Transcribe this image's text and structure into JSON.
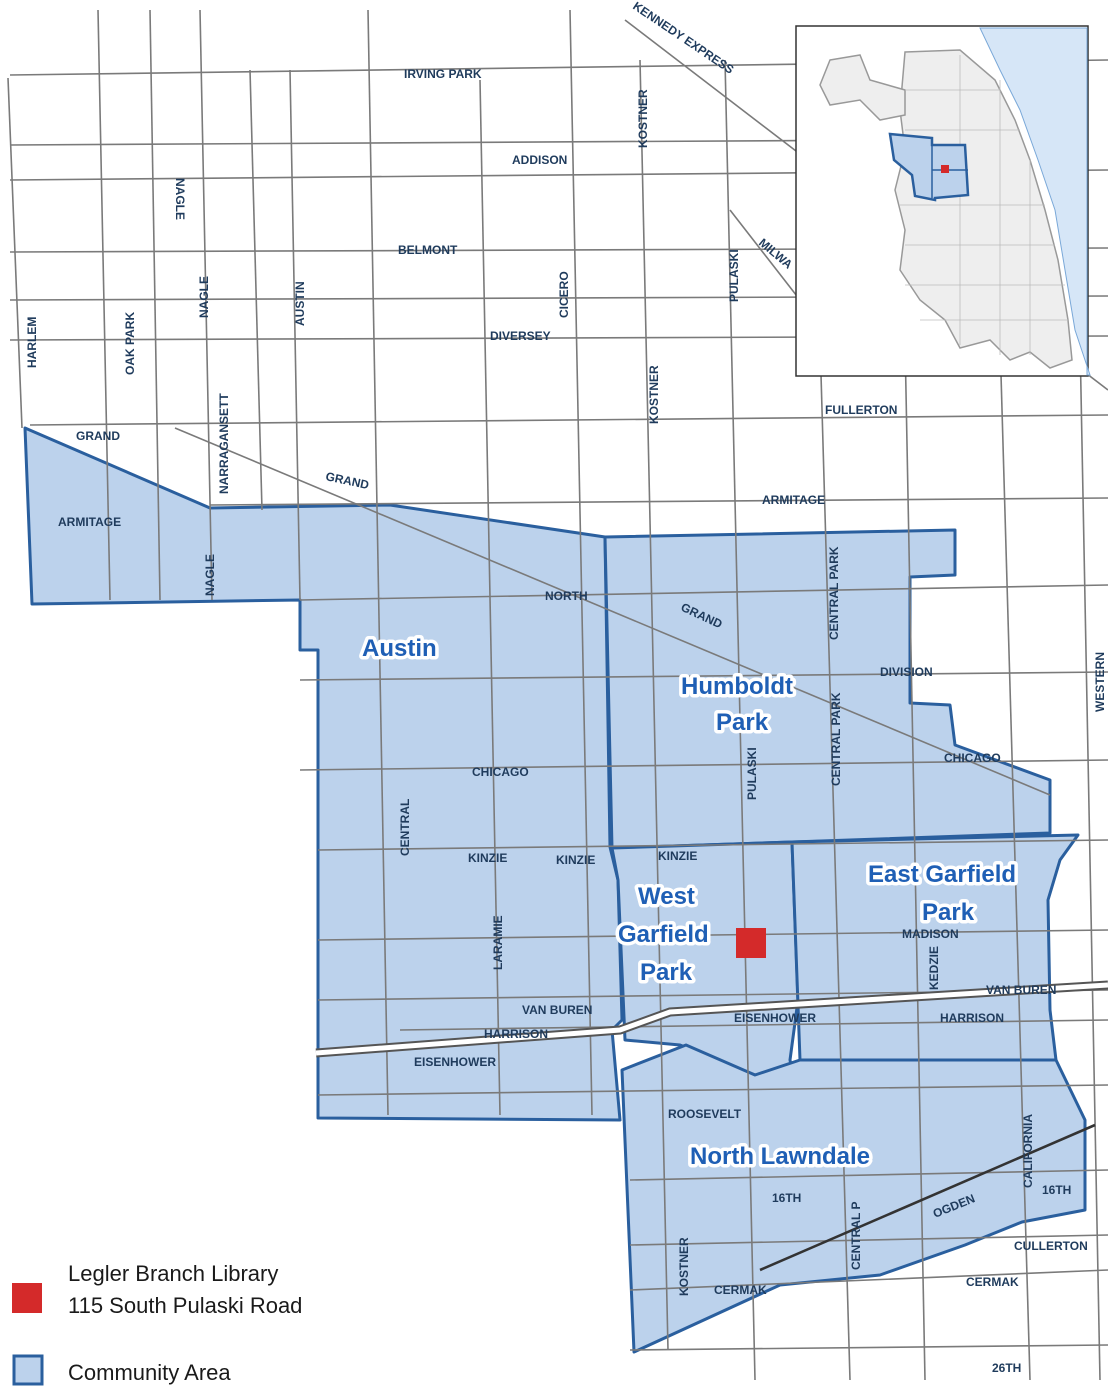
{
  "colors": {
    "area_fill": "#bcd2ec",
    "area_border": "#2a5f9e",
    "area_label": "#1f5fb5",
    "library_marker": "#d42a2a",
    "street_line": "#7a7a7a",
    "street_label": "#1f3b5c",
    "lake": "#d6e6f7"
  },
  "streets": {
    "irving_park": "IRVING PARK",
    "addison": "ADDISON",
    "belmont": "BELMONT",
    "diversey": "DIVERSEY",
    "fullerton": "FULLERTON",
    "grand_1": "GRAND",
    "grand_2": "GRAND",
    "grand_3": "GRAND",
    "armitage_1": "ARMITAGE",
    "armitage_2": "ARMITAGE",
    "north": "NORTH",
    "division": "DIVISION",
    "chicago_1": "CHICAGO",
    "chicago_2": "CHICAGO",
    "kinzie_1": "KINZIE",
    "kinzie_2": "KINZIE",
    "kinzie_3": "KINZIE",
    "madison": "MADISON",
    "van_buren_1": "VAN BUREN",
    "van_buren_2": "VAN BUREN",
    "harrison_1": "HARRISON",
    "harrison_2": "HARRISON",
    "eisenhower_1": "EISENHOWER",
    "eisenhower_2": "EISENHOWER",
    "roosevelt": "ROOSEVELT",
    "sixteenth_1": "16TH",
    "sixteenth_2": "16TH",
    "cullerton": "CULLERTON",
    "cermak_1": "CERMAK",
    "cermak_2": "CERMAK",
    "twenty_sixth": "26TH",
    "ogden": "OGDEN",
    "harlem": "HARLEM",
    "oak_park": "OAK PARK",
    "nagle_1": "NAGLE",
    "nagle_2": "NAGLE",
    "nagle_3": "NAGLE",
    "narragansett": "NARRAGANSETT",
    "austin_st": "AUSTIN",
    "cicero": "CICERO",
    "kostner_1": "KOSTNER",
    "kostner_2": "KOSTNER",
    "kostner_3": "KOSTNER",
    "pulaski_1": "PULASKI",
    "pulaski_2": "PULASKI",
    "central_1": "CENTRAL",
    "laramie": "LARAMIE",
    "central_park_1": "CENTRAL PARK",
    "central_park_2": "CENTRAL PARK",
    "central_park_3": "CENTRAL P",
    "kedzie": "KEDZIE",
    "california": "CALIFORNIA",
    "western": "WESTERN",
    "kennedy": "KENNEDY EXPRESS",
    "milwaukee": "MILWA"
  },
  "areas": {
    "austin": "Austin",
    "humboldt_1": "Humboldt",
    "humboldt_2": "Park",
    "west_garfield_1": "West",
    "west_garfield_2": "Garfield",
    "west_garfield_3": "Park",
    "east_garfield_1": "East Garfield",
    "east_garfield_2": "Park",
    "north_lawndale": "North Lawndale"
  },
  "legend": {
    "library_name": "Legler Branch Library",
    "library_address": "115 South Pulaski Road",
    "community_area": "Community Area"
  }
}
